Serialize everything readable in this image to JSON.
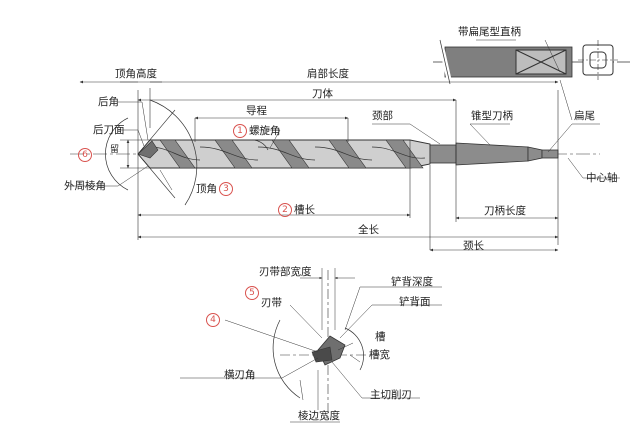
{
  "labels": {
    "flat_tail_shank": "带扁尾型直柄",
    "point_height": "顶角高度",
    "shoulder_length": "肩部长度",
    "body": "刀体",
    "back_angle": "后角",
    "guide": "导程",
    "flank_face": "后刀面",
    "helix_angle": "螺旋角",
    "neck_part": "颈部",
    "taper_shank": "锥型刀柄",
    "tang": "扁尾",
    "margin": "留",
    "outer_corner": "外周棱角",
    "point_angle": "顶角",
    "center_axis": "中心轴",
    "flute_length": "槽长",
    "shank_length": "刀柄长度",
    "overall_length": "全长",
    "neck_length": "颈长",
    "land_width": "刃带部宽度",
    "body_clearance_depth": "铲背深度",
    "land": "刃带",
    "body_clearance": "铲背面",
    "flute": "槽",
    "flute_width": "槽宽",
    "chisel_edge_angle": "横刃角",
    "main_cutting_edge": "主切削刃",
    "margin_width": "棱边宽度"
  },
  "markers": {
    "m1": "1",
    "m2": "2",
    "m3": "3",
    "m4": "4",
    "m5": "5",
    "m6": "6"
  },
  "colors": {
    "accent": "#d9534f",
    "line": "#333333",
    "fill_dark": "#7f7f7f",
    "fill_light": "#cfcfcf"
  }
}
